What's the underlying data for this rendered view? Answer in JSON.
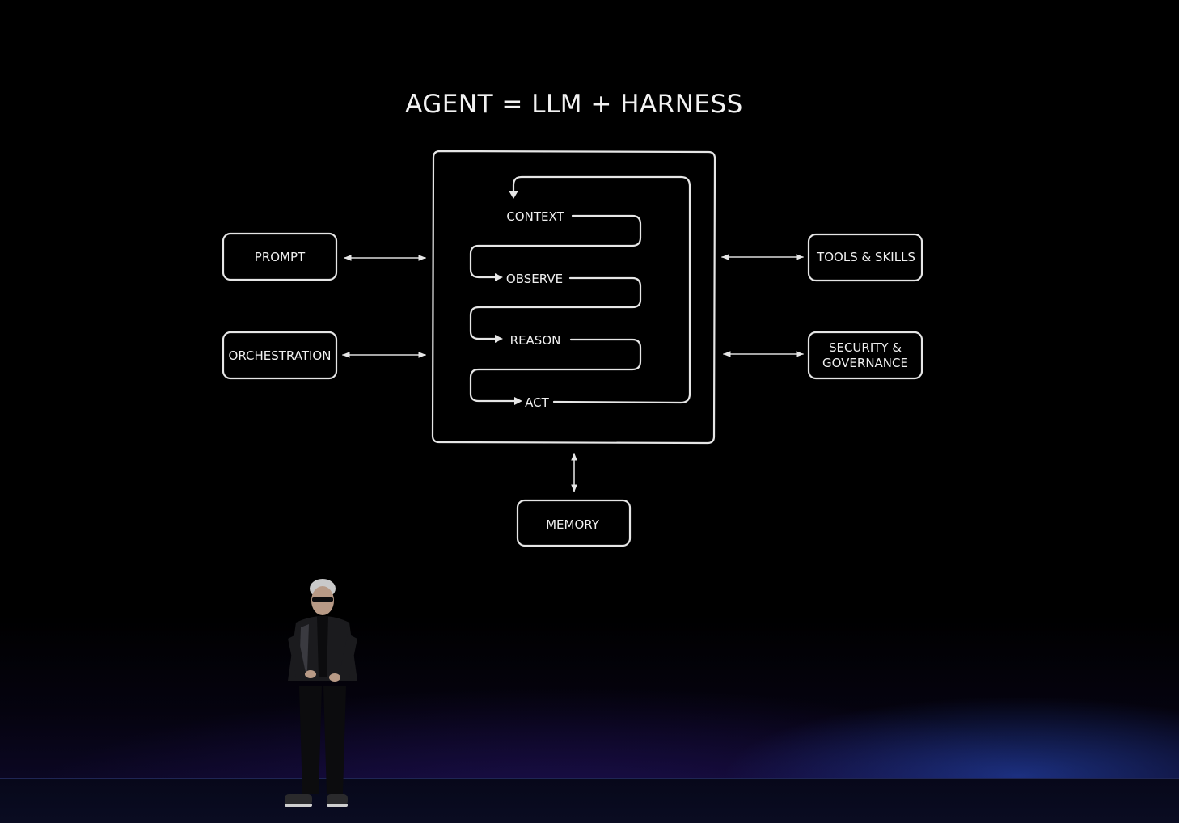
{
  "title": "AGENT = LLM + HARNESS",
  "loop_steps": {
    "context": "CONTEXT",
    "observe": "OBSERVE",
    "reason": "REASON",
    "act": "ACT"
  },
  "left_nodes": {
    "prompt": "PROMPT",
    "orchestration": "ORCHESTRATION"
  },
  "right_nodes": {
    "tools": "TOOLS & SKILLS",
    "security_line1": "SECURITY &",
    "security_line2": "GOVERNANCE"
  },
  "bottom_node": {
    "memory": "MEMORY"
  },
  "colors": {
    "background": "#000000",
    "ink": "#e6e6e6",
    "stage_glow": "#2850c8"
  }
}
